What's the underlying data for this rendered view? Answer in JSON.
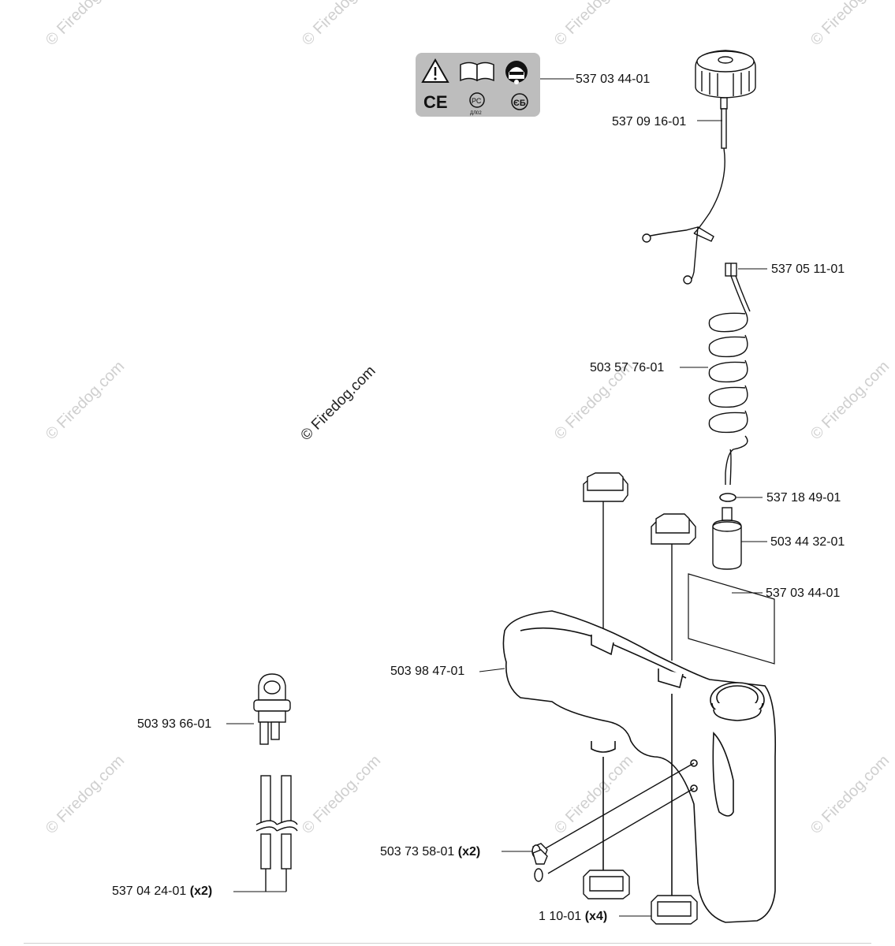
{
  "watermarks": {
    "text": "© Firedog.com"
  },
  "parts": {
    "decal_top": "537 03 44-01",
    "fuel_cap": "537 09 16-01",
    "hose_nut": "537 05 11-01",
    "fuel_hose": "503 57 76-01",
    "o_ring": "537 18 49-01",
    "fuel_filter": "503 44 32-01",
    "decal_tank": "537 03 44-01",
    "fuel_tank": "503 98 47-01",
    "primer_bulb": "503 93 66-01",
    "screw": "503 73 58-01",
    "screw_qty": "(x2)",
    "fuel_lines": "537 04 24-01",
    "fuel_lines_qty": "(x2)",
    "vibration_damper": "1 10-01",
    "vibration_damper_qty": "(x4)"
  },
  "badge": {
    "icons": [
      "warning-triangle-icon",
      "manual-book-icon",
      "ear-eye-protection-icon",
      "ce-mark-icon",
      "gost-mark-icon",
      "eac-mark-icon"
    ],
    "gost_caption": "ДЛ02",
    "ce_text": "CE"
  }
}
